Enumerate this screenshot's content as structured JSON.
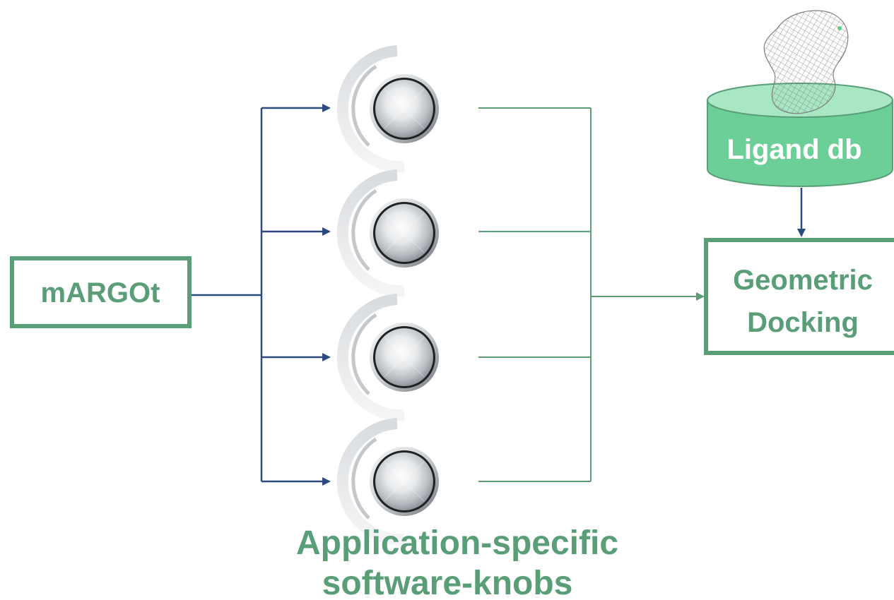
{
  "nodes": {
    "controller": {
      "label": "mARGOt"
    },
    "database": {
      "label": "Ligand db"
    },
    "docking": {
      "line1": "Geometric",
      "line2": "Docking"
    }
  },
  "caption": {
    "line1": "Application-specific",
    "line2": "software-knobs"
  },
  "knobs": [
    {
      "id": "knob-1",
      "icon": "knob-icon"
    },
    {
      "id": "knob-2",
      "icon": "knob-icon"
    },
    {
      "id": "knob-3",
      "icon": "knob-icon"
    },
    {
      "id": "knob-4",
      "icon": "knob-icon"
    }
  ],
  "colors": {
    "accent_green": "#5a9e78",
    "db_fill": "#6dcf98",
    "db_top": "#a9e6c3",
    "arrow_blue": "#2b4a7e"
  }
}
